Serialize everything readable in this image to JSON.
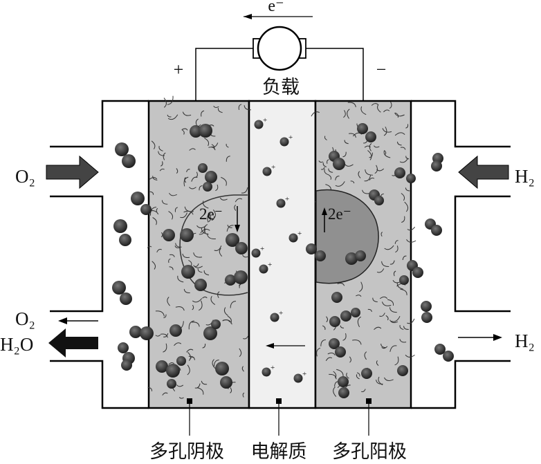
{
  "circuit": {
    "electron_label": "e⁻",
    "load_label": "负载",
    "positive_sign": "+",
    "negative_sign": "−"
  },
  "inputs": {
    "oxygen_in": "O₂",
    "hydrogen_in": "H₂"
  },
  "outputs": {
    "oxygen_out": "O₂",
    "water_out": "H₂O",
    "hydrogen_out": "H₂"
  },
  "reactions": {
    "cathode_electrons": "2e⁻",
    "anode_electrons": "2e⁻"
  },
  "electrolyte": {
    "ion_charge": "+"
  },
  "layers": {
    "cathode": "多孔阴极",
    "electrolyte": "电解质",
    "anode": "多孔阳极"
  },
  "colors": {
    "electrode_fill": "#c4c4c4",
    "electrolyte_fill": "#f0f0f0",
    "blob_fill": "#909090",
    "particle_fill": "#2e2e2e",
    "outline": "#000000"
  }
}
